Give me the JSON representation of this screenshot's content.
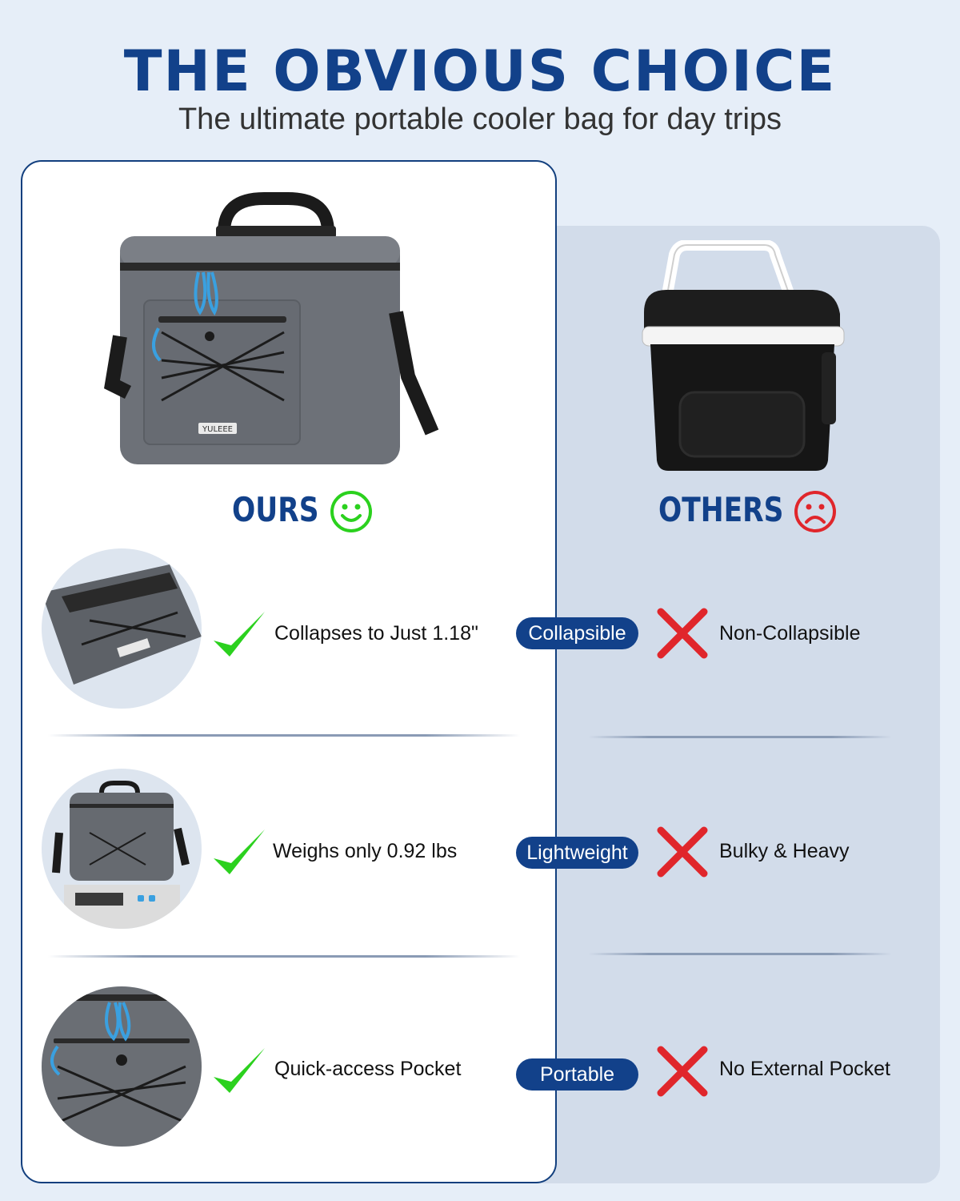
{
  "header": {
    "title": "THE OBVIOUS CHOICE",
    "subtitle": "The ultimate portable cooler bag for day trips"
  },
  "ours": {
    "heading": "OURS",
    "brand": "YULEEE",
    "face_icon": "smiley-face-icon",
    "accent_color": "#2bd11e"
  },
  "others": {
    "heading": "OTHERS",
    "face_icon": "sad-face-icon",
    "accent_color": "#e0262b"
  },
  "rows": [
    {
      "ours_text": "Collapses to Just 1.18\"",
      "badge": "Collapsible",
      "others_text": "Non-Collapsible"
    },
    {
      "ours_text": "Weighs only 0.92 lbs",
      "badge": "Lightweight",
      "others_text": "Bulky & Heavy"
    },
    {
      "ours_text": "Quick-access Pocket",
      "badge": "Portable",
      "others_text": "No External Pocket"
    }
  ],
  "colors": {
    "brand_blue": "#12418a",
    "check_green": "#2bd11e",
    "cross_red": "#e0262b"
  }
}
